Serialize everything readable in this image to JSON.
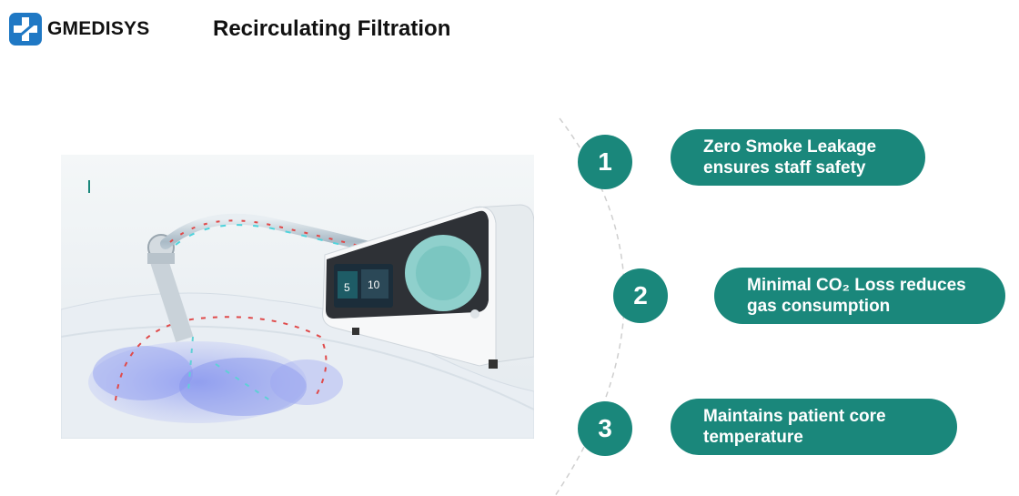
{
  "brand": {
    "name": "GMEDISYS",
    "color": "#1f78c4"
  },
  "slide": {
    "title": "Recirculating Filtration"
  },
  "device_screen": {
    "left_value": "5",
    "right_value": "10"
  },
  "features": [
    {
      "number": "1",
      "line1": "Zero Smoke Leakage",
      "line2": "ensures staff safety"
    },
    {
      "number": "2",
      "line1": "Minimal CO₂  Loss reduces",
      "line2": "gas consumption"
    },
    {
      "number": "3",
      "line1": "Maintains patient core",
      "line2": "temperature"
    }
  ],
  "colors": {
    "accent": "#1a877b",
    "arc": "#cfcfcf"
  }
}
